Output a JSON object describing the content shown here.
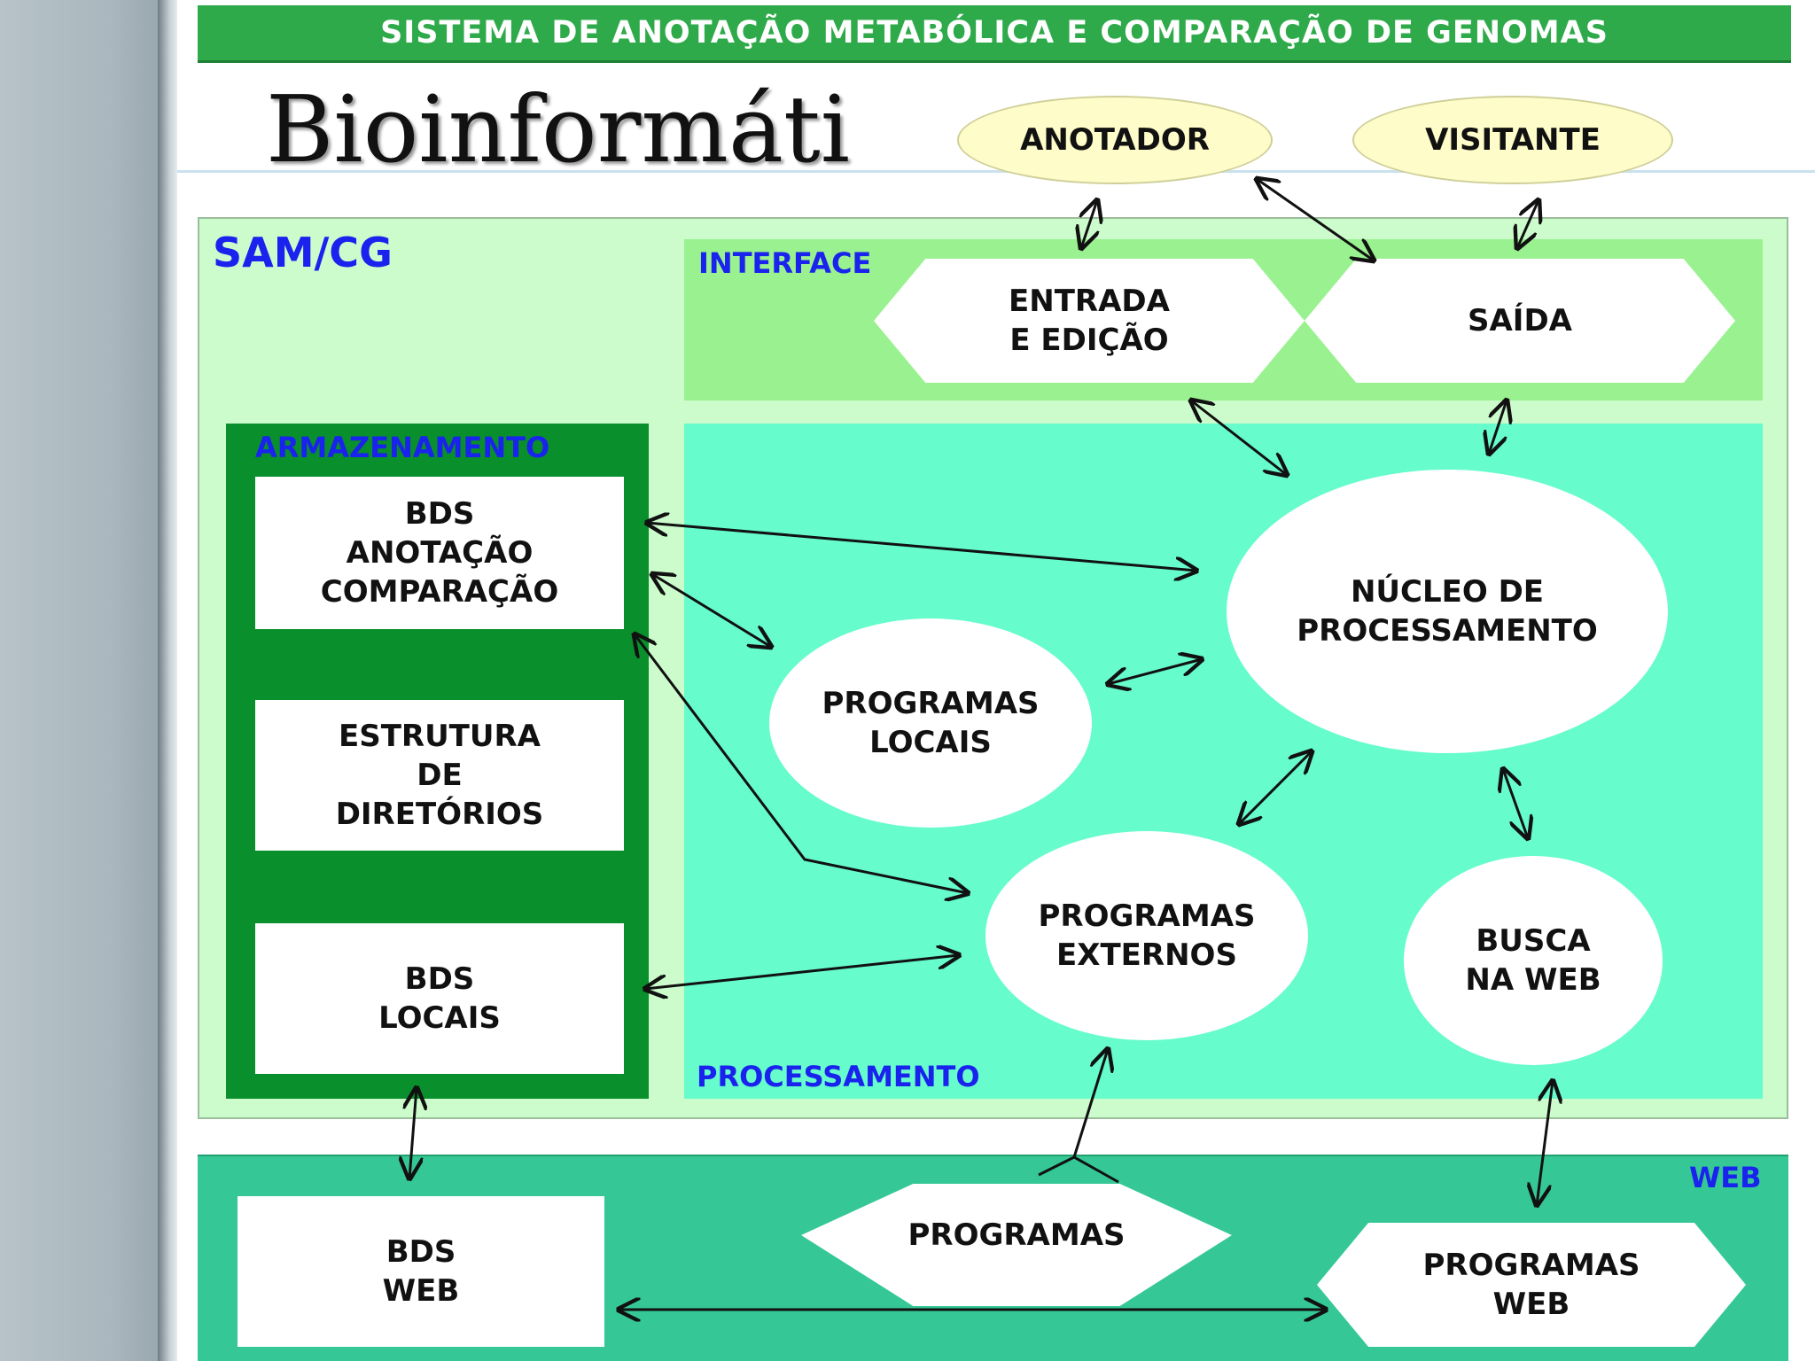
{
  "header": {
    "banner": "SISTEMA DE ANOTAÇÃO METABÓLICA E COMPARAÇÃO DE GENOMAS",
    "title": "Bioinformáti"
  },
  "actors": {
    "anotador": "ANOTADOR",
    "visitante": "VISITANTE"
  },
  "panels": {
    "system": "SAM/CG",
    "interface": "INTERFACE",
    "storage": "ARMAZENAMENTO",
    "processing": "PROCESSAMENTO",
    "web": "WEB"
  },
  "interface_nodes": {
    "input": "ENTRADA\nE EDIÇÃO",
    "output": "SAÍDA"
  },
  "storage_nodes": {
    "bds_annotation": "BDS\nANOTAÇÃO\nCOMPARAÇÃO",
    "directories": "ESTRUTURA\nDE\nDIRETÓRIOS",
    "bds_local": "BDS\nLOCAIS"
  },
  "processing_nodes": {
    "core": "NÚCLEO DE\nPROCESSAMENTO",
    "local_programs": "PROGRAMAS\nLOCAIS",
    "external_programs": "PROGRAMAS\nEXTERNOS",
    "web_search": "BUSCA\nNA WEB"
  },
  "web_nodes": {
    "bds_web": "BDS\nWEB",
    "programs": "PROGRAMAS",
    "web_programs": "PROGRAMAS\nWEB"
  },
  "colors": {
    "banner": "#2faa4a",
    "system_panel": "#ccfccc",
    "interface_panel": "#99f28f",
    "processing_panel": "#66fccc",
    "storage_panel": "#098f2c",
    "web_panel": "#35c896",
    "actor": "#fefcc8",
    "label_blue": "#1a22ee"
  }
}
